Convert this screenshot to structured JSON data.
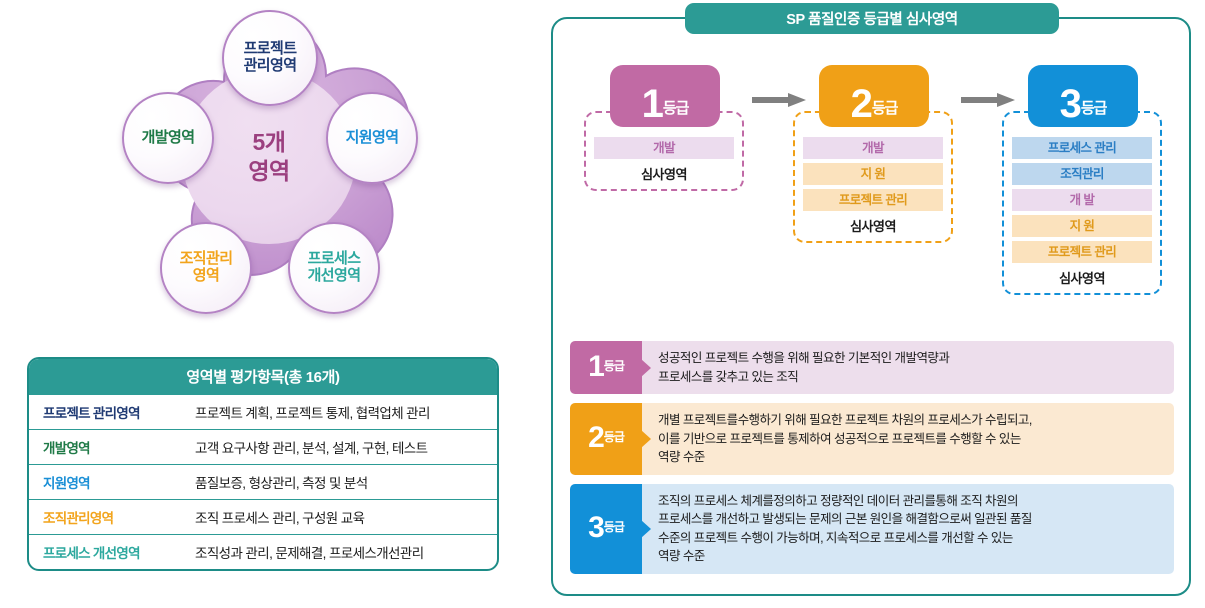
{
  "left": {
    "diagram": {
      "center_label": "5개\n영역",
      "lobes": [
        {
          "id": "project-management",
          "label": "프로젝트\n관리영역",
          "color": "#1f3a73"
        },
        {
          "id": "support",
          "label": "지원영역",
          "color": "#1a8fd6"
        },
        {
          "id": "process-improvement",
          "label": "프로세스\n개선영역",
          "color": "#2ca89e"
        },
        {
          "id": "organization",
          "label": "조직관리\n영역",
          "color": "#f2a41c"
        },
        {
          "id": "development",
          "label": "개발영역",
          "color": "#1f7a47"
        }
      ]
    },
    "table": {
      "header": "영역별 평가항목(총 16개)",
      "rows": [
        {
          "label": "프로젝트 관리영역",
          "label_color": "#1f3a73",
          "items": "프로젝트 계획, 프로젝트 통제, 협력업체 관리"
        },
        {
          "label": "개발영역",
          "label_color": "#1f7a47",
          "items": "고객 요구사항 관리, 분석, 설계, 구현, 테스트"
        },
        {
          "label": "지원영역",
          "label_color": "#1a8fd6",
          "items": "품질보증, 형상관리, 측정 및 분석"
        },
        {
          "label": "조직관리영역",
          "label_color": "#f2a41c",
          "items": "조직 프로세스 관리, 구성원 교육"
        },
        {
          "label": "프로세스 개선영역",
          "label_color": "#2ca89e",
          "items": "조직성과 관리, 문제해결, 프로세스개선관리"
        }
      ]
    }
  },
  "right": {
    "title": "SP 품질인증 등급별 심사영역",
    "audit_label": "심사영역",
    "grade_suffix": "등급",
    "columns": [
      {
        "grade": "1",
        "accent": "#c16aa4",
        "areas": [
          {
            "name": "개발",
            "style": "bar-dev"
          }
        ]
      },
      {
        "grade": "2",
        "accent": "#f0a017",
        "areas": [
          {
            "name": "개발",
            "style": "bar-dev"
          },
          {
            "name": "지 원",
            "style": "bar-sup"
          },
          {
            "name": "프로젝트 관리",
            "style": "bar-proj"
          }
        ]
      },
      {
        "grade": "3",
        "accent": "#1290d8",
        "areas": [
          {
            "name": "프로세스 관리",
            "style": "bar-proc"
          },
          {
            "name": "조직관리",
            "style": "bar-org"
          },
          {
            "name": "개 발",
            "style": "bar-dev"
          },
          {
            "name": "지 원",
            "style": "bar-sup"
          },
          {
            "name": "프로젝트 관리",
            "style": "bar-proj"
          }
        ]
      }
    ],
    "arrows": [
      "arrow-right-icon",
      "arrow-right-icon"
    ],
    "descriptions": [
      {
        "grade": "1",
        "accent": "#c16aa4",
        "lines": [
          "성공적인 프로젝트 수행을 위해 필요한 기본적인 개발역량과",
          "프로세스를 갖추고 있는 조직"
        ]
      },
      {
        "grade": "2",
        "accent": "#f0a017",
        "lines": [
          "개별 프로젝트를수행하기 위해 필요한 프로젝트 차원의 프로세스가 수립되고,",
          "이를 기반으로 프로젝트를 통제하여 성공적으로 프로젝트를 수행할 수 있는",
          "역량 수준"
        ]
      },
      {
        "grade": "3",
        "accent": "#1290d8",
        "lines": [
          "조직의 프로세스 체계를정의하고 정량적인 데이터 관리를통해 조직 차원의",
          "프로세스를 개선하고 발생되는 문제의 근본 원인을 해결함으로써 일관된 품질",
          "수준의  프로젝트 수행이 가능하며, 지속적으로 프로세스를 개선할 수 있는",
          "역량 수준"
        ]
      }
    ]
  },
  "colors": {
    "teal_border": "#1d8c87",
    "teal_fill": "#2c9b95",
    "grade1": "#c16aa4",
    "grade2": "#f0a017",
    "grade3": "#1290d8",
    "flower_petal": "#c9a0d4",
    "arrow_gray": "#808080"
  }
}
